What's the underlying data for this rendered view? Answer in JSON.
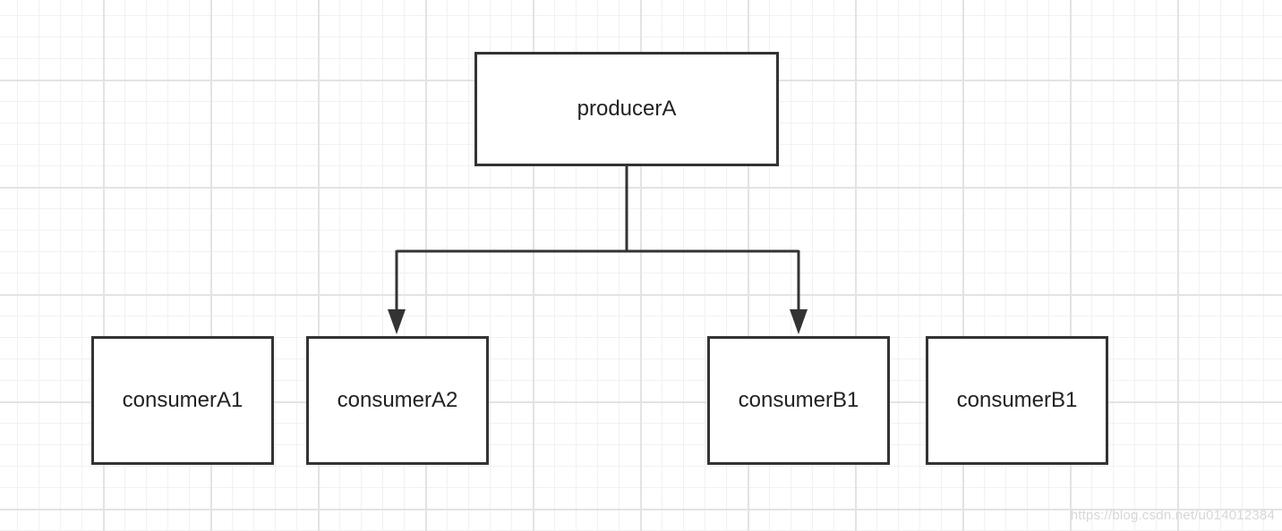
{
  "nodes": {
    "producer": "producerA",
    "consumer_a1": "consumerA1",
    "consumer_a2": "consumerA2",
    "consumer_b1_first": "consumerB1",
    "consumer_b1_second": "consumerB1"
  },
  "edges": [
    {
      "from": "producerA",
      "to": "consumerA2"
    },
    {
      "from": "producerA",
      "to": "consumerB1"
    }
  ],
  "watermark": "https://blog.csdn.net/u014012384",
  "colors": {
    "stroke": "#333333",
    "grid_major": "#e3e3e3",
    "grid_minor": "#f1f1f1",
    "background": "#ffffff"
  }
}
